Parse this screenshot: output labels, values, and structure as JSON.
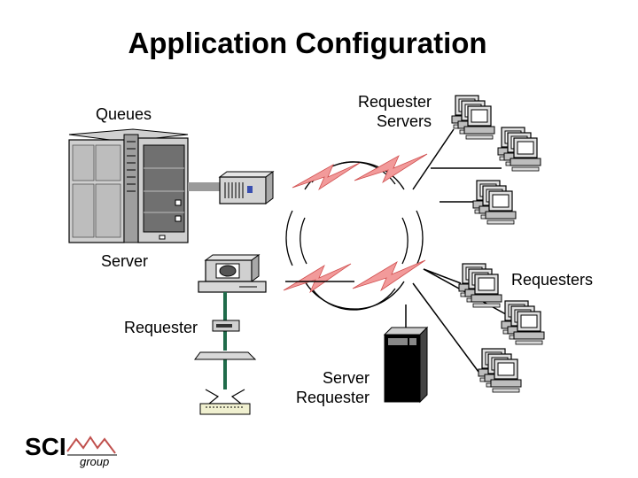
{
  "title": "Application Configuration",
  "labels": {
    "queues": "Queues",
    "requester_servers": "Requester\n  Servers",
    "server": "Server",
    "requesters": "Requesters",
    "requester": "Requester",
    "server_requester": "   Server\nRequester"
  },
  "logo": {
    "brand": "SCI",
    "sub": "group"
  },
  "colors": {
    "lightning": "#f08080",
    "cable": "#1f6b4a",
    "gray": "#bdbdbd",
    "dark": "#6e6e6e"
  },
  "icons": [
    "mainframe-icon",
    "modem-icon",
    "workstation-icon",
    "network-ring-icon",
    "lightning-icon",
    "pc-terminal-icon",
    "tower-server-icon",
    "printer-icon",
    "scanner-icon"
  ]
}
